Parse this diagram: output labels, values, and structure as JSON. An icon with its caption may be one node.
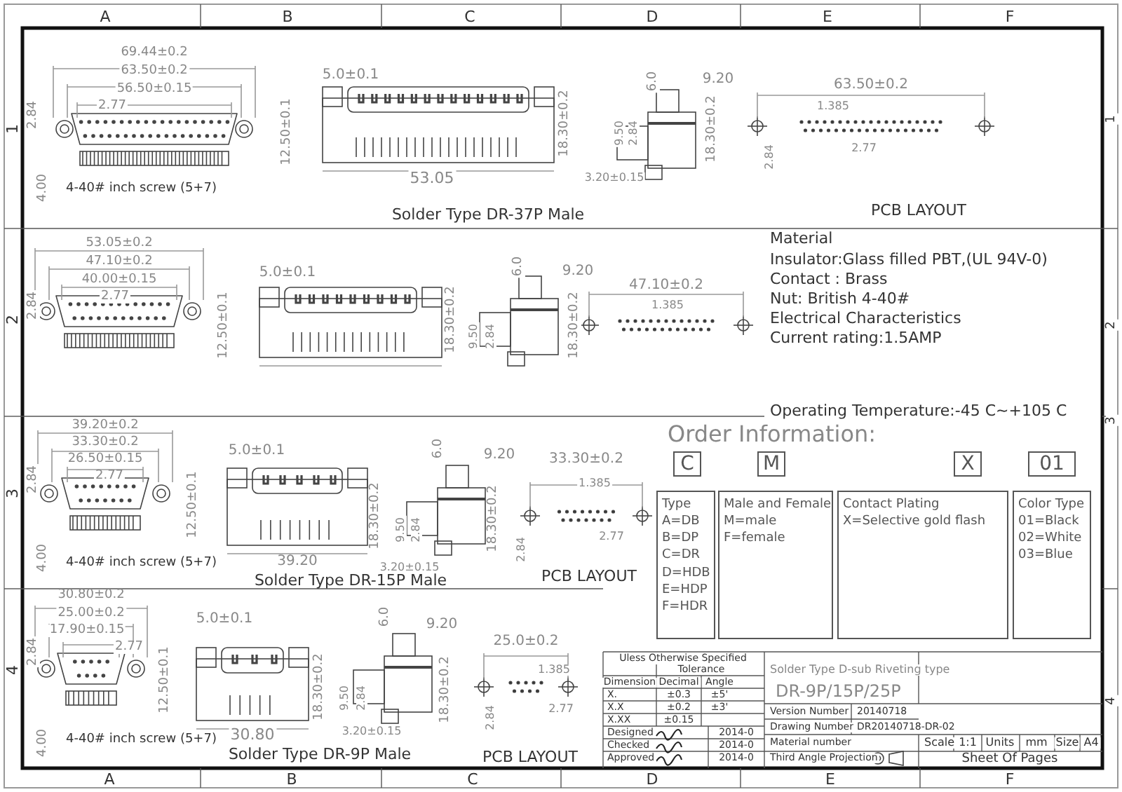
{
  "diagram": {
    "nodes": [
      {
        "text": [
          "C"
        ]
      },
      {
        "text": [
          "M"
        ]
      },
      {
        "text": [
          "X"
        ]
      },
      {
        "text": [
          "01"
        ]
      },
      {
        "text": [
          "Type",
          "A=DB",
          "B=DP",
          "C=DR",
          "D=HDB",
          "E=HDP",
          "F=HDR"
        ]
      },
      {
        "text": [
          "Male and Female",
          "M=male",
          "F=female"
        ]
      },
      {
        "text": [
          "Contact Plating",
          "X=Selective gold flash"
        ]
      },
      {
        "text": [
          "Color Type",
          "01=Black",
          "02=White",
          "03=Blue"
        ]
      }
    ],
    "edges": [],
    "labels": [
      "A",
      "B",
      "C",
      "D",
      "E",
      "F",
      "1",
      "2",
      "3",
      "4",
      "1",
      "2",
      "3",
      "4",
      "A",
      "B",
      "C",
      "D",
      "E",
      "F",
      "69.44±0.2",
      "63.50±0.2",
      "56.50±0.15",
      "2.77",
      "2.84",
      "12.50±0.1",
      "4.00",
      "4-40# inch screw (5+7)",
      "5.0±0.1",
      "18.30±0.2",
      "53.05",
      "Solder Type DR-37P Male",
      "6.0",
      "9.20",
      "9.50",
      "2.84",
      "18.30±0.2",
      "3.20±0.15",
      "63.50±0.2",
      "1.385",
      "2.84",
      "2.77",
      "PCB LAYOUT",
      "53.05±0.2",
      "47.10±0.2",
      "40.00±0.15",
      "2.77",
      "2.84",
      "12.50±0.1",
      "5.0±0.1",
      "18.30±0.2",
      "6.0",
      "9.20",
      "9.50",
      "2.84",
      "18.30±0.2",
      "47.10±0.2",
      "1.385",
      "Material",
      "Insulator:Glass filled PBT,(UL 94V-0)",
      "Contact : Brass",
      "Nut: British 4-40#",
      "Electrical Characteristics",
      "Current rating:1.5AMP",
      "Operating Temperature:-45 C~+105 C",
      "Order Information:",
      "39.20±0.2",
      "33.30±0.2",
      "26.50±0.15",
      "2.77",
      "2.84",
      "12.50±0.1",
      "4.00",
      "4-40# inch screw (5+7)",
      "5.0±0.1",
      "18.30±0.2",
      "39.20",
      "Solder Type DR-15P Male",
      "6.0",
      "9.20",
      "9.50",
      "2.84",
      "18.30±0.2",
      "3.20±0.15",
      "33.30±0.2",
      "1.385",
      "2.84",
      "2.77",
      "PCB LAYOUT",
      "30.80±0.2",
      "25.00±0.2",
      "17.90±0.15",
      "2.77",
      "2.84",
      "12.50±0.1",
      "4.00",
      "4-40# inch screw (5+7)",
      "5.0±0.1",
      "18.30±0.2",
      "30.80",
      "Solder Type DR-9P Male",
      "6.0",
      "9.20",
      "9.50",
      "2.84",
      "18.30±0.2",
      "3.20±0.15",
      "25.0±0.2",
      "1.385",
      "2.84",
      "2.77",
      "PCB LAYOUT",
      "Uless Otherwise Specified",
      "Tolerance",
      "Dimension",
      "Decimal",
      "Angle",
      "X.",
      "±0.3",
      "±5'",
      "X.X",
      "±0.2",
      "±3'",
      "X.XX",
      "±0.15",
      "Designed",
      "2014-0",
      "Checked",
      "2014-0",
      "Approved",
      "2014-0",
      "Solder Type D-sub Riveting type",
      "DR-9P/15P/25P",
      "Version Number",
      "20140718",
      "Drawing Number",
      "DR20140718-DR-02",
      "Material number",
      "Third Angle Projection",
      "Scale",
      "1:1",
      "Units",
      "mm",
      "Size",
      "A4",
      "Sheet Of Pages"
    ]
  }
}
